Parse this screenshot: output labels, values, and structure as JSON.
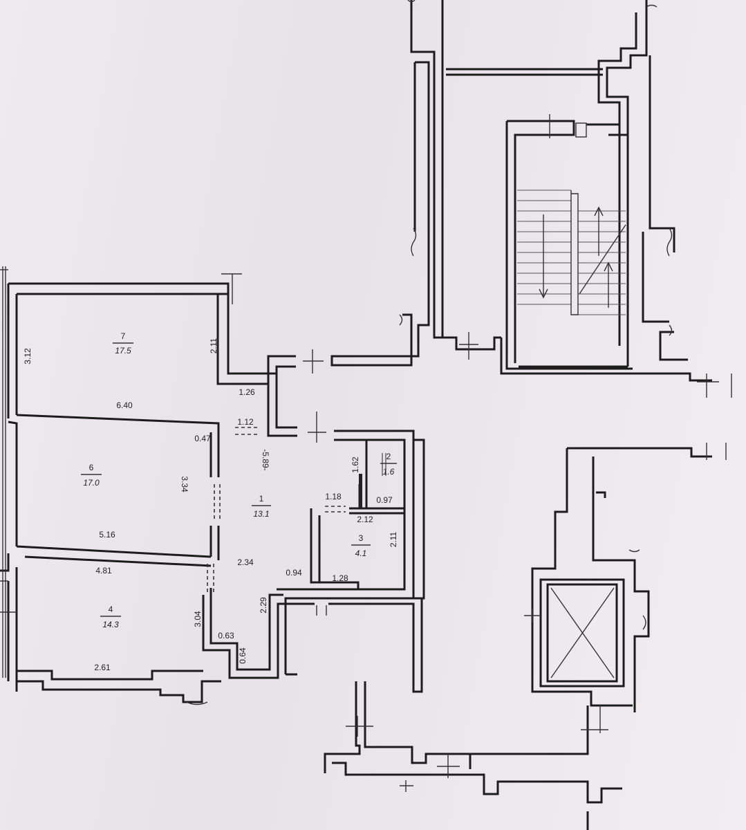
{
  "rooms": [
    {
      "id": "7",
      "number": "7",
      "area": "17.5"
    },
    {
      "id": "6",
      "number": "6",
      "area": "17.0"
    },
    {
      "id": "4",
      "number": "4",
      "area": "14.3"
    },
    {
      "id": "1",
      "number": "1",
      "area": "13.1"
    },
    {
      "id": "2",
      "number": "2",
      "area": "1.6"
    },
    {
      "id": "3",
      "number": "3",
      "area": "4.1"
    }
  ],
  "dimensions": {
    "d312": "3.12",
    "d211a": "2.11",
    "d640": "6.40",
    "d126": "1.26",
    "d112": "1.12",
    "d047": "0.47",
    "d589": "-5.89-",
    "d334": "3.34",
    "d516": "5.16",
    "d481": "4.81",
    "d234": "2.34",
    "d304": "3.04",
    "d063": "0.63",
    "d064": "0.64",
    "d229": "2.29",
    "d094": "0.94",
    "d128": "1.28",
    "d261": "2.61",
    "d162": "1.62",
    "d118": "1.18",
    "d097": "0.97",
    "d212": "2.12",
    "d211b": "2.11"
  }
}
